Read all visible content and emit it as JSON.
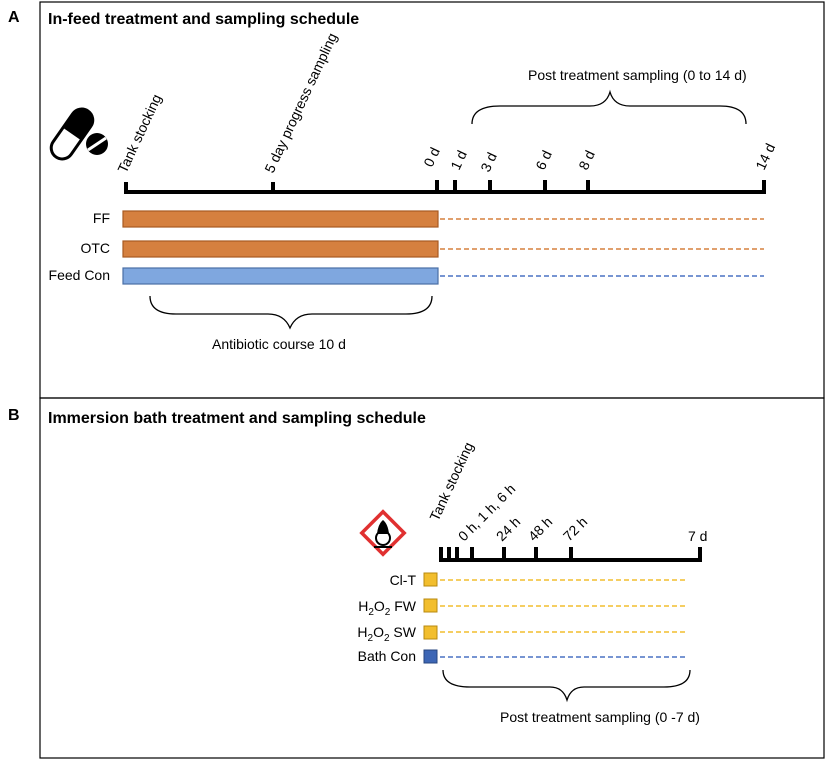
{
  "panel_a": {
    "letter": "A",
    "title": "In-feed treatment and sampling schedule",
    "tank_stocking": "Tank stocking",
    "progress_sampling": "5 day progress sampling",
    "post_sampling": "Post treatment sampling (0 to 14 d)",
    "ticks": [
      "0 d",
      "1 d",
      "3 d",
      "6 d",
      "8 d",
      "14 d"
    ],
    "rows": [
      {
        "label": "FF",
        "color": "#D5803F",
        "border": "#A85A22"
      },
      {
        "label": "OTC",
        "color": "#D5803F",
        "border": "#A85A22"
      },
      {
        "label": "Feed Con",
        "color": "#7FA7DF",
        "border": "#4A6FA5"
      }
    ],
    "course": "Antibiotic course 10 d",
    "icon": "capsule-pill-icon"
  },
  "panel_b": {
    "letter": "B",
    "title": "Immersion bath treatment and sampling schedule",
    "tank_stocking": "Tank stocking",
    "ticks": [
      "0 h, 1 h, 6 h",
      "24 h",
      "48 h",
      "72 h",
      "7 d"
    ],
    "rows": [
      {
        "label": "Cl-T",
        "sub": "",
        "suffix": "",
        "color": "#F2BE2E"
      },
      {
        "label": "H",
        "sub": "2",
        "suffix": "O",
        "sub2": "2",
        "tail": " FW",
        "color": "#F2BE2E"
      },
      {
        "label": "H",
        "sub": "2",
        "suffix": "O",
        "sub2": "2",
        "tail": " SW",
        "color": "#F2BE2E"
      },
      {
        "label": "Bath Con",
        "sub": "",
        "suffix": "",
        "color": "#3D66B5"
      }
    ],
    "post_sampling": "Post treatment sampling (0 -7 d)",
    "icon": "oxidizer-hazard-icon"
  }
}
